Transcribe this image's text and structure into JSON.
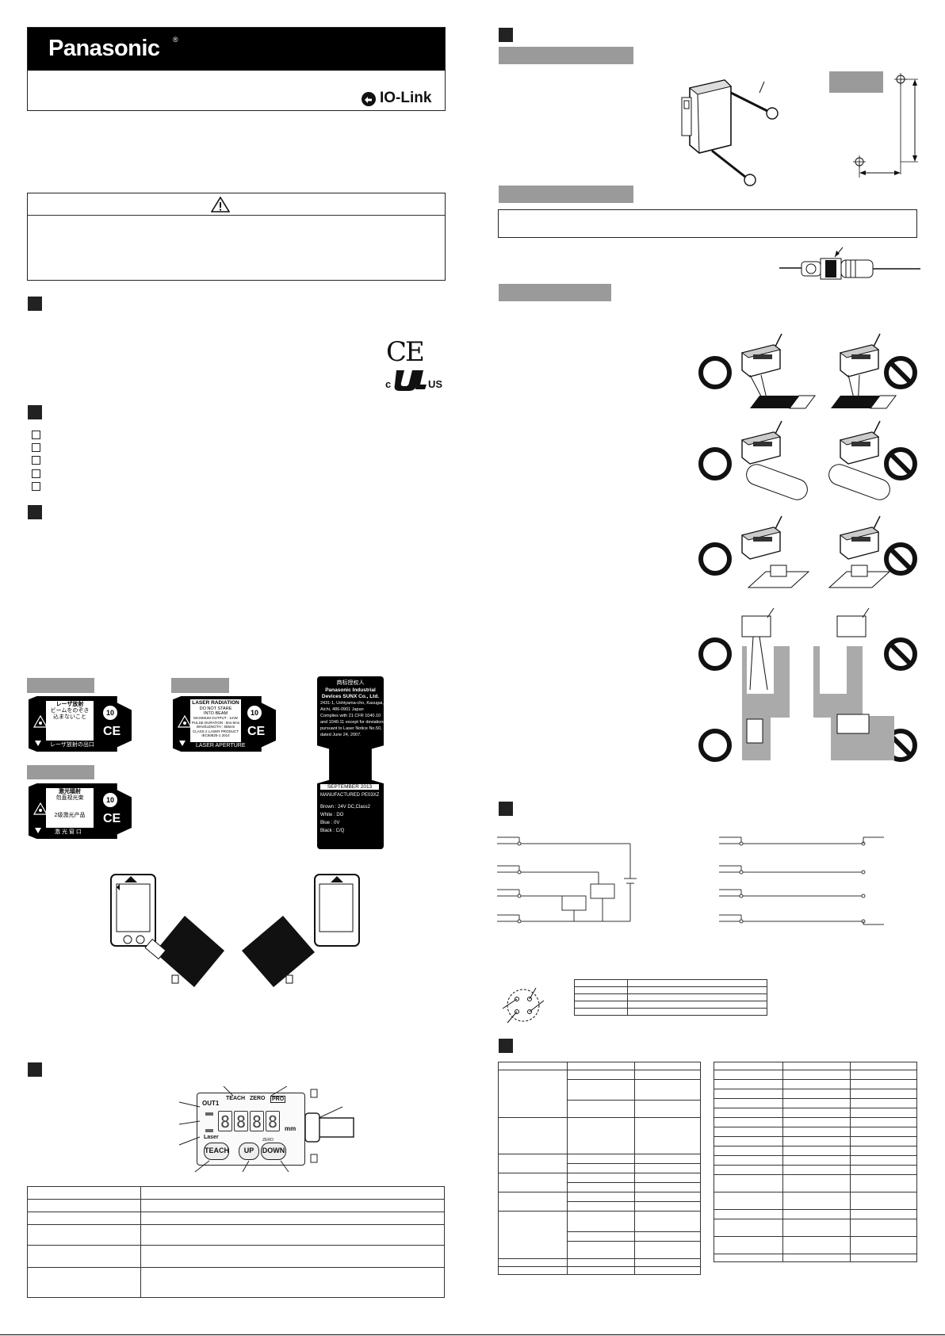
{
  "header": {
    "brand": "Panasonic",
    "brand_mark": "®",
    "io_link": "IO-Link"
  },
  "warning_icon": "warning-triangle-icon",
  "certifications": {
    "ce_mark": "CE",
    "ul_left": "c",
    "ul_right": "US"
  },
  "labels": {
    "japanese": {
      "title": "レーザ放射",
      "line1": "ビームをのぞき",
      "line2": "込まないこと",
      "footer": "レーザ放射の出口",
      "class_badge": "10"
    },
    "english": {
      "title": "LASER RADIATION",
      "line1": "DO NOT STARE",
      "line2": "INTO BEAM",
      "spec1": "MAXIMUM OUTPUT : 1mW",
      "spec2": "PULSE DURATION : 8ns-5ms",
      "spec3": "WAVELENGTH : 655nm",
      "class_line": "CLASS 2 LASER PRODUCT",
      "standard": "IEC60825-1 2014",
      "footer": "LASER APERTURE",
      "class_badge": "10"
    },
    "chinese": {
      "title": "激光辐射",
      "line1": "勿直视光束",
      "class_line": "2级激光产品",
      "footer": "激 光 窗 口",
      "class_badge": "10"
    },
    "tag": {
      "top_cn": "商标授权人",
      "company": "Panasonic Industrial Devices SUNX Co., Ltd.",
      "address1": "2431-1, Ushiyama-cho, Kasugai,",
      "address2": "Aichi, 486-0901 Japan",
      "comply1": "Complies with 21 CFR 1040.10",
      "comply2": "and 1040.11 except for deviations",
      "comply3": "pursuant to Laser Notice No.50,",
      "comply4": "dated June 24, 2007.",
      "date": "SEPTEMBER 2013",
      "manufactured": "MANUFACTURED",
      "code": "PE03XZ",
      "wire1": "Brown : 24V DC,Class2",
      "wire2": "White  : DO",
      "wire3": "Blue    : 0V",
      "wire4": "Black  : C/Q"
    }
  },
  "panel": {
    "ind_out1": "OUT1",
    "ind_teach": "TEACH",
    "ind_zero": "ZERO",
    "ind_laser": "Laser",
    "ind_pro": "PRO",
    "display_digits": "8888",
    "unit": "mm",
    "btn_teach": "TEACH",
    "btn_up": "UP",
    "btn_down": "DOWN",
    "zero_small": "ZERO"
  },
  "symbols": {
    "ok": "ok-circle-icon",
    "ng": "prohibited-icon"
  }
}
